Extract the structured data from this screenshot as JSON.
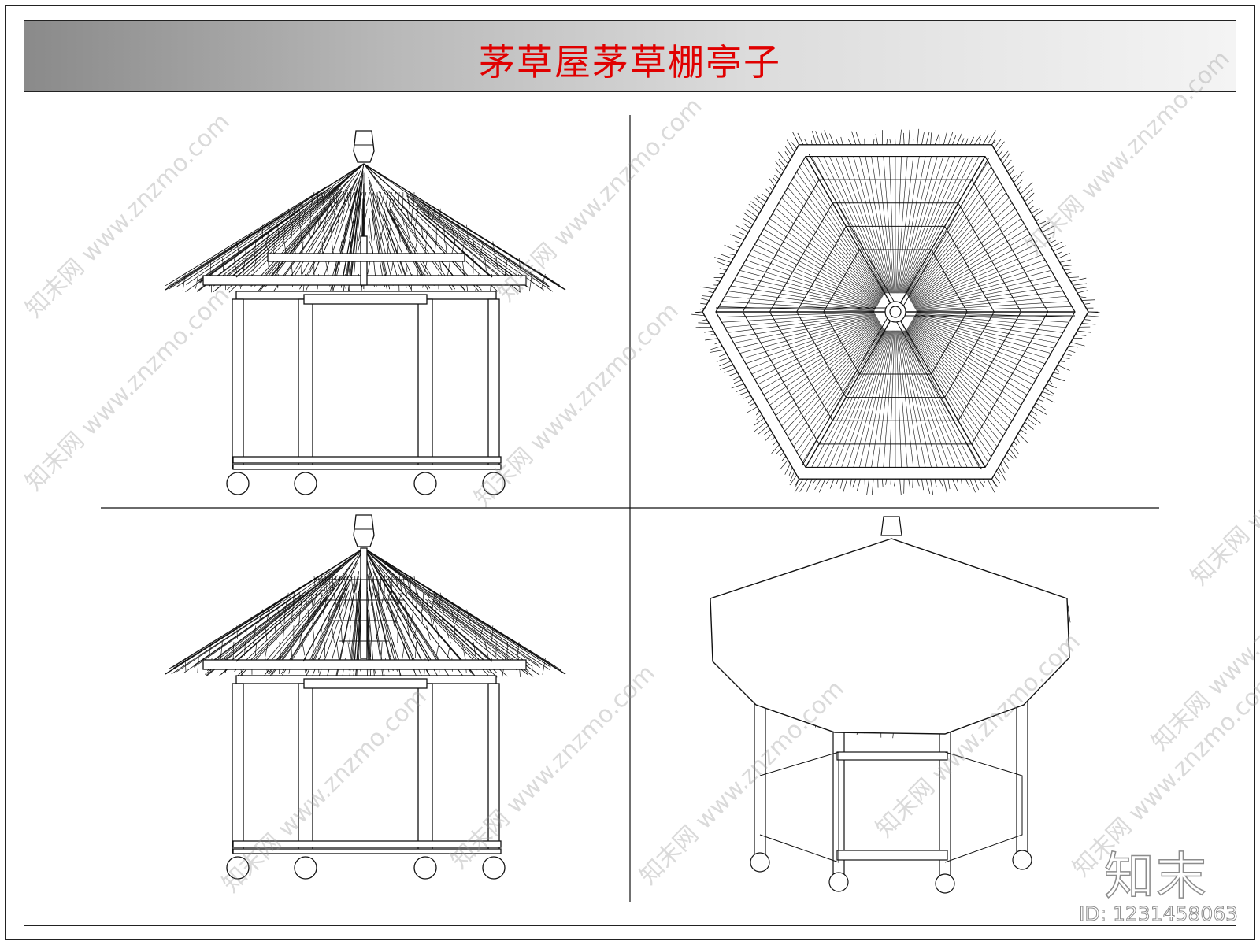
{
  "title": "茅草屋茅草棚亭子",
  "watermark": "知末网 www.znzmo.com",
  "brand": "知末",
  "image_id": "ID: 1231458063",
  "views": [
    {
      "name": "front-elevation"
    },
    {
      "name": "roof-plan"
    },
    {
      "name": "side-elevation"
    },
    {
      "name": "perspective"
    }
  ],
  "colors": {
    "title": "#e00000",
    "line": "#111111"
  }
}
